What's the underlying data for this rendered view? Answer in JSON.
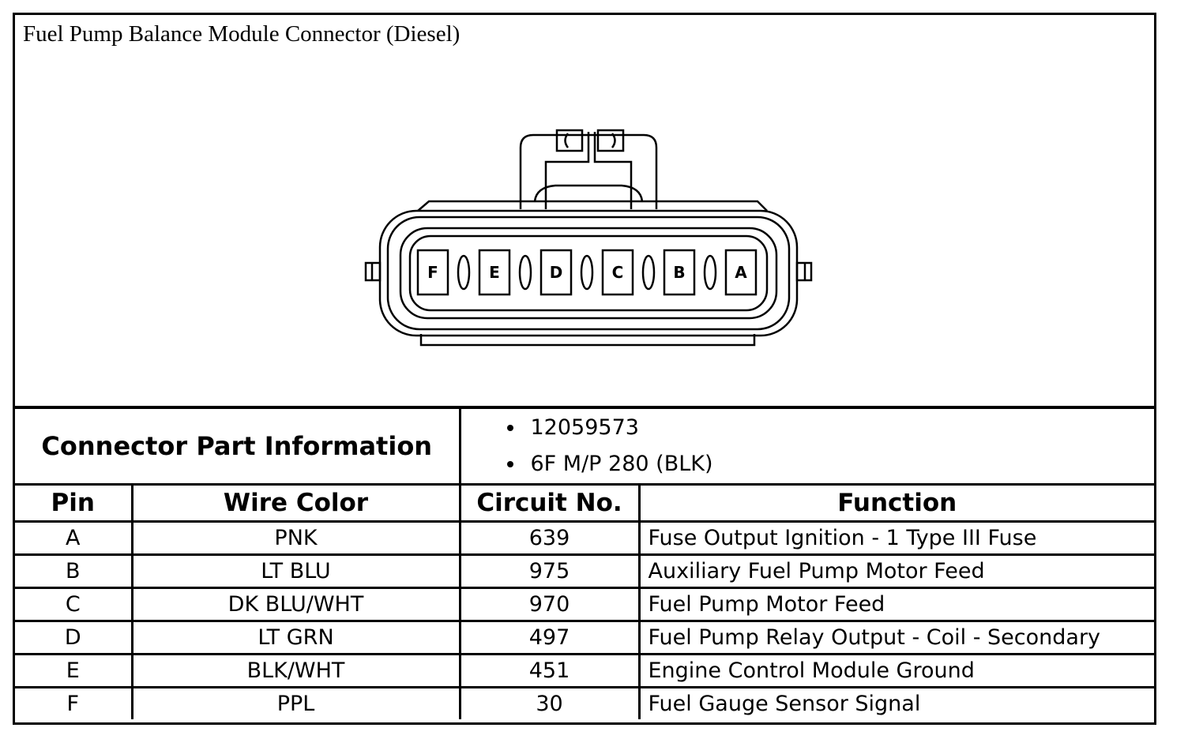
{
  "title": "Fuel Pump Balance Module Connector (Diesel)",
  "connector_pins": [
    "F",
    "E",
    "D",
    "C",
    "B",
    "A"
  ],
  "part_info": {
    "label": "Connector Part Information",
    "values": [
      "12059573",
      "6F M/P 280 (BLK)"
    ]
  },
  "columns": [
    "Pin",
    "Wire Color",
    "Circuit No.",
    "Function"
  ],
  "rows": [
    {
      "pin": "A",
      "wire": "PNK",
      "circuit": "639",
      "function": "Fuse Output Ignition - 1 Type III Fuse"
    },
    {
      "pin": "B",
      "wire": "LT BLU",
      "circuit": "975",
      "function": "Auxiliary Fuel Pump Motor Feed"
    },
    {
      "pin": "C",
      "wire": "DK BLU/WHT",
      "circuit": "970",
      "function": "Fuel Pump Motor Feed"
    },
    {
      "pin": "D",
      "wire": "LT GRN",
      "circuit": "497",
      "function": "Fuel Pump Relay Output - Coil - Secondary"
    },
    {
      "pin": "E",
      "wire": "BLK/WHT",
      "circuit": "451",
      "function": "Engine Control Module Ground"
    },
    {
      "pin": "F",
      "wire": "PPL",
      "circuit": "30",
      "function": "Fuel Gauge Sensor Signal"
    }
  ]
}
